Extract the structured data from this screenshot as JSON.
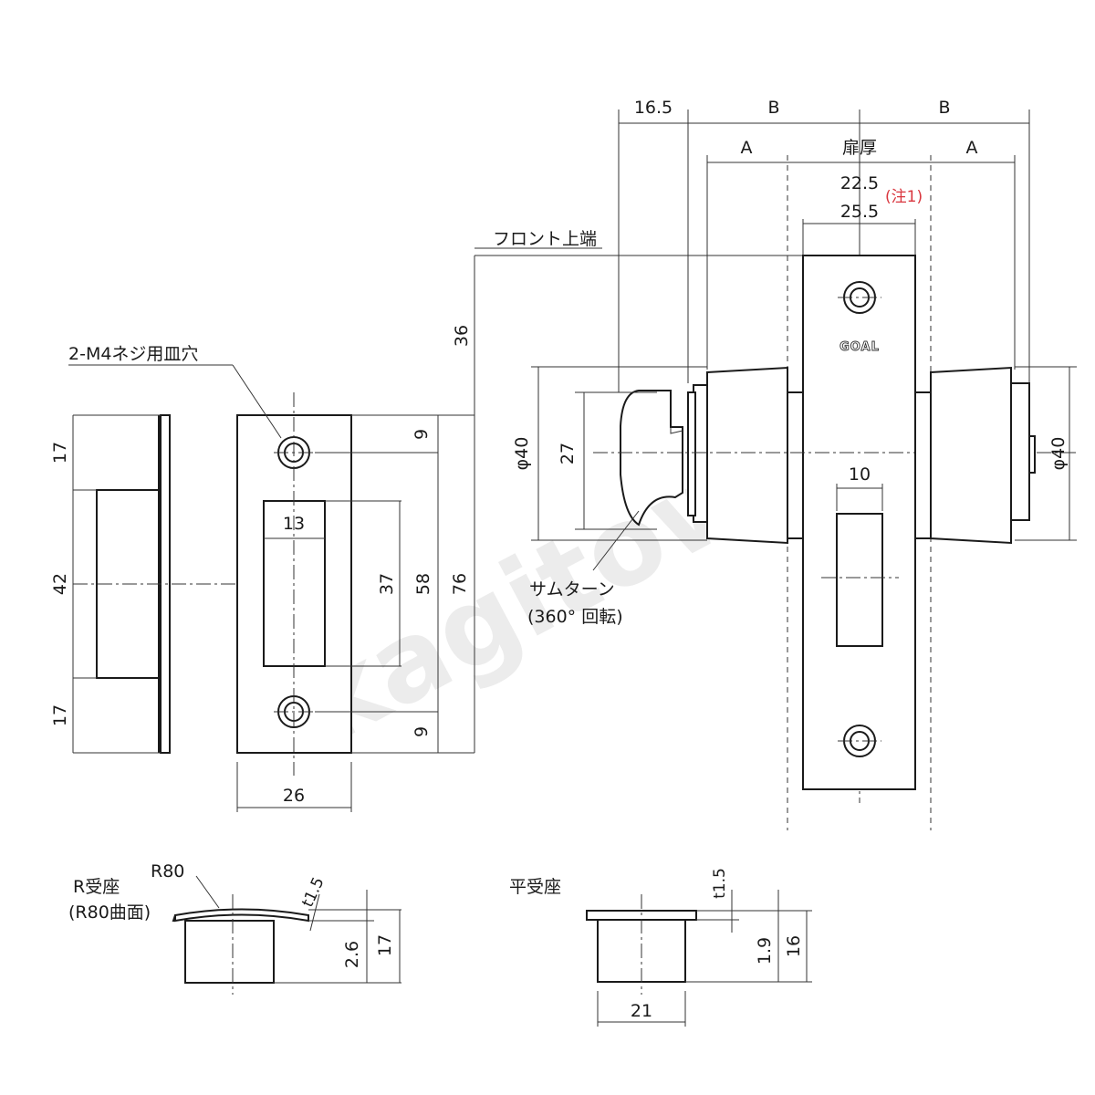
{
  "labels": {
    "dim_16_5": "16.5",
    "dim_b_left": "B",
    "dim_b_right": "B",
    "dim_a_left": "A",
    "dim_a_right": "A",
    "door_thickness": "扉厚",
    "door_22_5": "22.5",
    "note1": "(注1)",
    "door_25_5": "25.5",
    "front_top": "フロント上端",
    "dim_36": "36",
    "screw_holes": "2-M4ネジ用皿穴",
    "dim_17_top": "17",
    "dim_42": "42",
    "dim_17_bottom": "17",
    "dim_9_top": "9",
    "dim_13": "13",
    "dim_37": "37",
    "dim_58": "58",
    "dim_76": "76",
    "dim_9_bottom": "9",
    "dim_26": "26",
    "phi40_left": "φ40",
    "dim_27": "27",
    "phi40_right": "φ40",
    "dim_10": "10",
    "thumb_turn": "サムターン",
    "rotation": "(360° 回転)",
    "brand": "GOAL",
    "r_strike": "R受座",
    "r_strike_sub": "(R80曲面)",
    "r80": "R80",
    "t1_5_left": "t1.5",
    "dim_2_6": "2.6",
    "dim_17_r": "17",
    "flat_strike": "平受座",
    "t1_5_right": "t1.5",
    "dim_1_9": "1.9",
    "dim_16": "16",
    "dim_21": "21",
    "watermark": "kagitown"
  }
}
